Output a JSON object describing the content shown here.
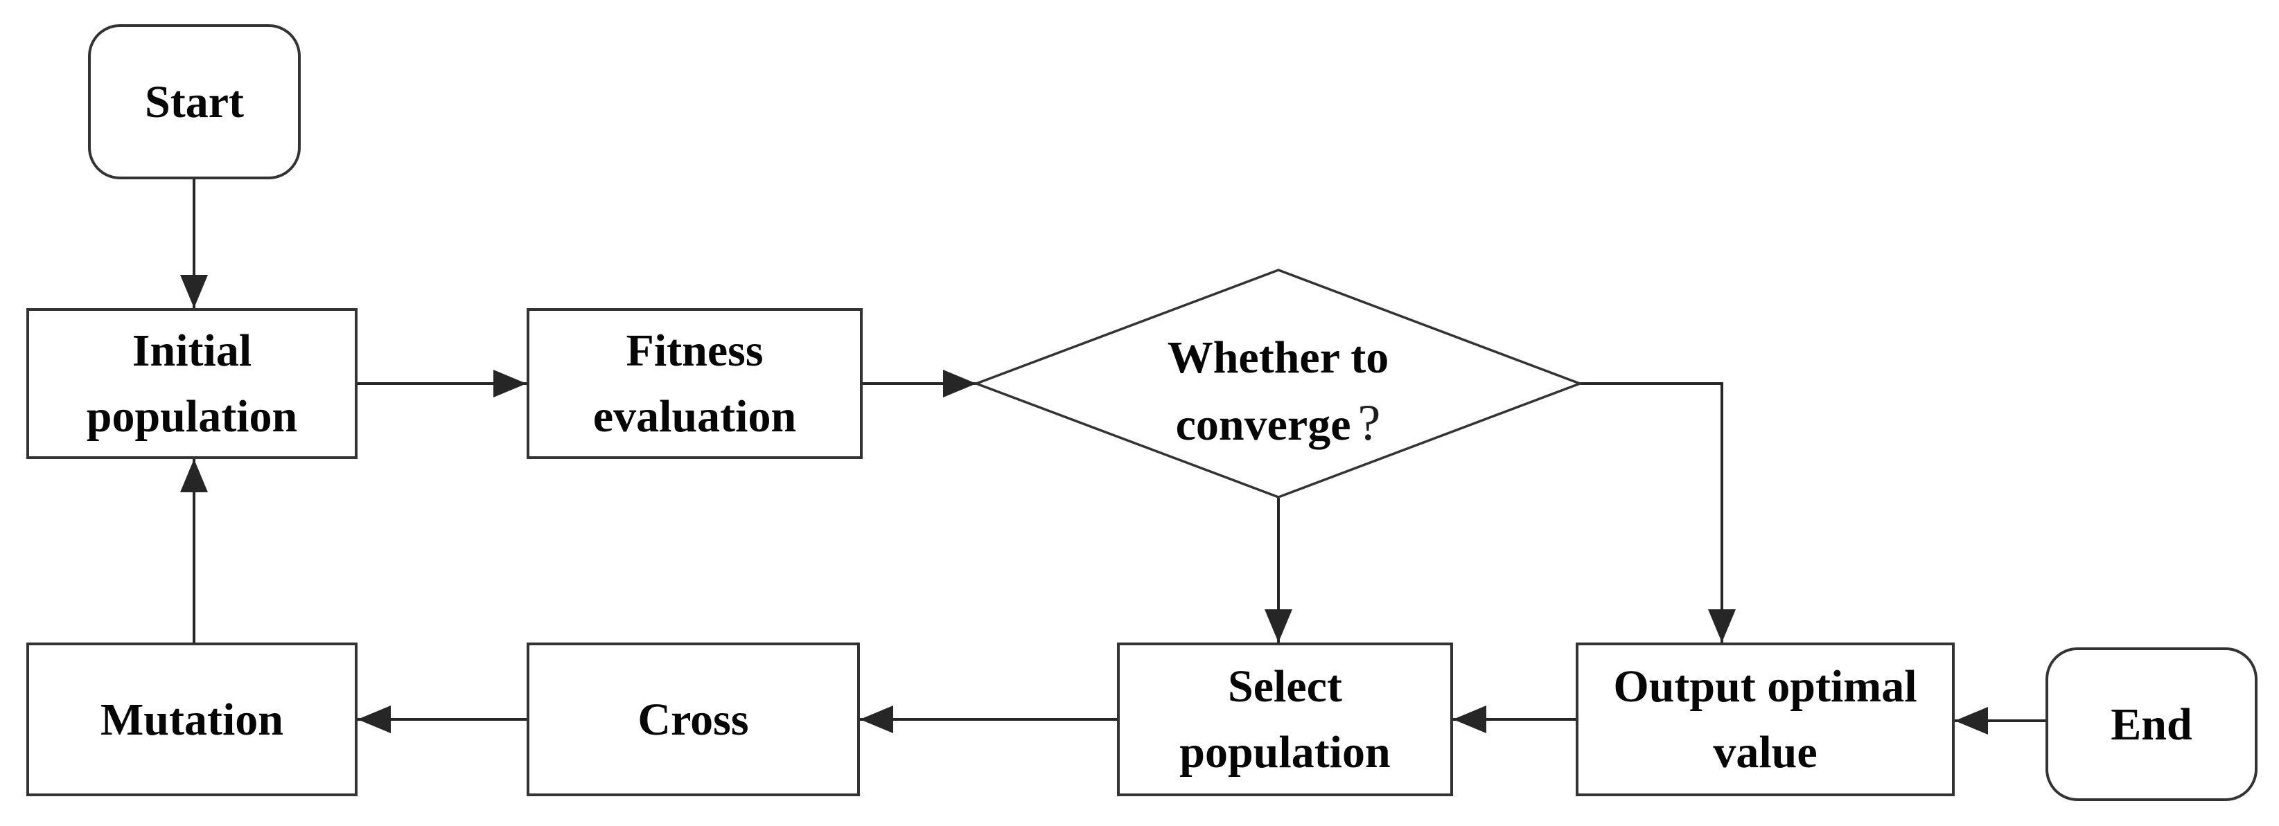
{
  "figure": {
    "title": "Genetic algorithm flowchart",
    "background_color": "#ffffff",
    "stroke_color": "#2b2b2b",
    "text_color": "#060606"
  },
  "nodes": {
    "start": {
      "type": "terminator",
      "label": "Start"
    },
    "initial_population": {
      "type": "process",
      "label": "Initial population",
      "lines": [
        "Initial",
        "population"
      ]
    },
    "fitness_evaluation": {
      "type": "process",
      "label": "Fitness evaluation",
      "lines": [
        "Fitness",
        "evaluation"
      ]
    },
    "whether_to_converge": {
      "type": "decision",
      "label": "Whether to converge?",
      "lines": [
        "Whether to",
        "converge"
      ],
      "question_mark": "?"
    },
    "select_population": {
      "type": "process",
      "label": "Select population",
      "lines": [
        "Select",
        "population"
      ]
    },
    "output_optimal_value": {
      "type": "process",
      "label": "Output optimal value",
      "lines": [
        "Output optimal",
        "value"
      ]
    },
    "end": {
      "type": "terminator",
      "label": "End"
    },
    "cross": {
      "type": "process",
      "label": "Cross"
    },
    "mutation": {
      "type": "process",
      "label": "Mutation"
    }
  },
  "edges": [
    {
      "from": "start",
      "to": "initial_population",
      "direction": "down"
    },
    {
      "from": "initial_population",
      "to": "fitness_evaluation",
      "direction": "right"
    },
    {
      "from": "fitness_evaluation",
      "to": "whether_to_converge",
      "direction": "right"
    },
    {
      "from": "whether_to_converge",
      "to": "select_population",
      "direction": "down"
    },
    {
      "from": "whether_to_converge",
      "to": "output_optimal_value",
      "direction": "right-then-down"
    },
    {
      "from": "end",
      "to": "output_optimal_value",
      "direction": "left"
    },
    {
      "from": "output_optimal_value",
      "to": "select_population",
      "direction": "left"
    },
    {
      "from": "select_population",
      "to": "cross",
      "direction": "left"
    },
    {
      "from": "cross",
      "to": "mutation",
      "direction": "left"
    },
    {
      "from": "mutation",
      "to": "initial_population",
      "direction": "up"
    }
  ]
}
